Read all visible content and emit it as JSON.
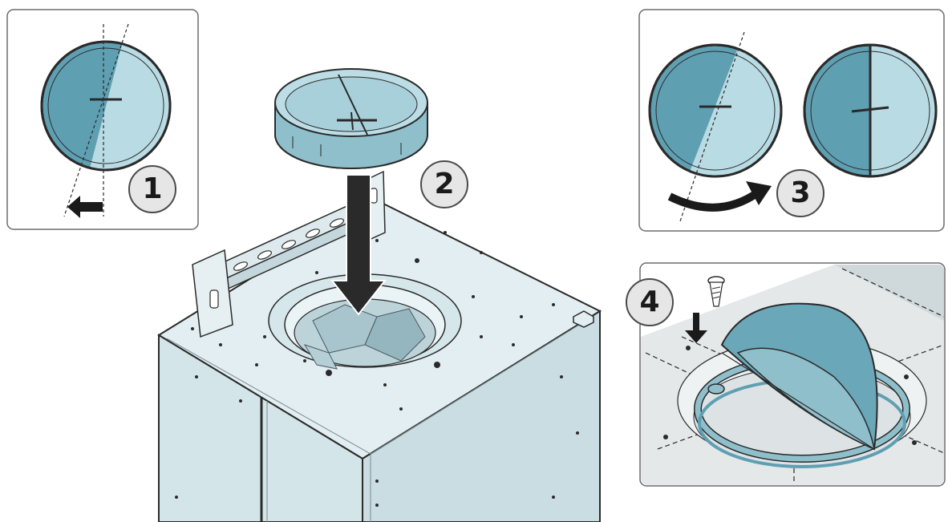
{
  "steps": {
    "one": "1",
    "two": "2",
    "three": "3",
    "four": "4"
  },
  "colors": {
    "panel_border": "#6b6b6b",
    "valve_dark": "#6aa7b8",
    "valve_light": "#b9dbe3",
    "hood_body": "#dcebef",
    "outline": "#2a2a2a",
    "arrow": "#1a1a1a",
    "step_badge": "#e6e6e6"
  },
  "icons": [
    "rotate-left-arrow-icon",
    "down-arrow-icon",
    "curved-arrow-icon",
    "screw-icon"
  ]
}
